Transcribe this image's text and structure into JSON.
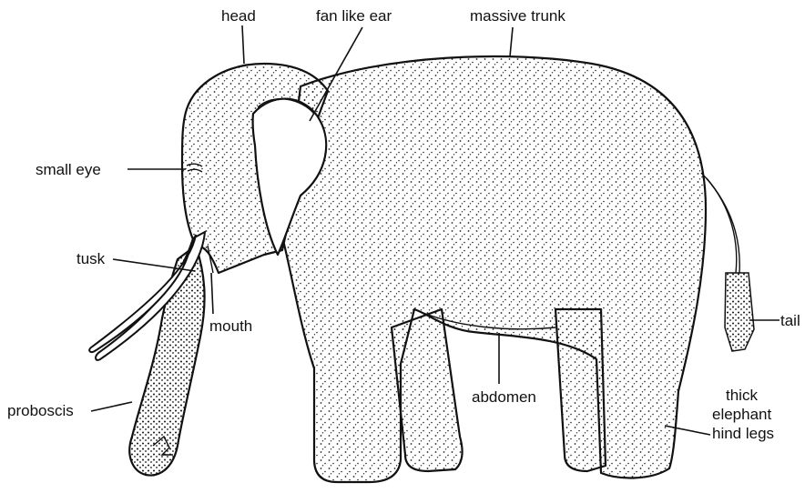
{
  "diagram": {
    "labels": {
      "head": "head",
      "ear": "fan like ear",
      "trunk_body": "massive trunk",
      "eye": "small eye",
      "tusk": "tusk",
      "mouth": "mouth",
      "tail": "tail",
      "abdomen": "abdomen",
      "proboscis": "proboscis",
      "legs_line1": "thick",
      "legs_line2": "elephant",
      "legs_line3": "hind legs"
    }
  }
}
